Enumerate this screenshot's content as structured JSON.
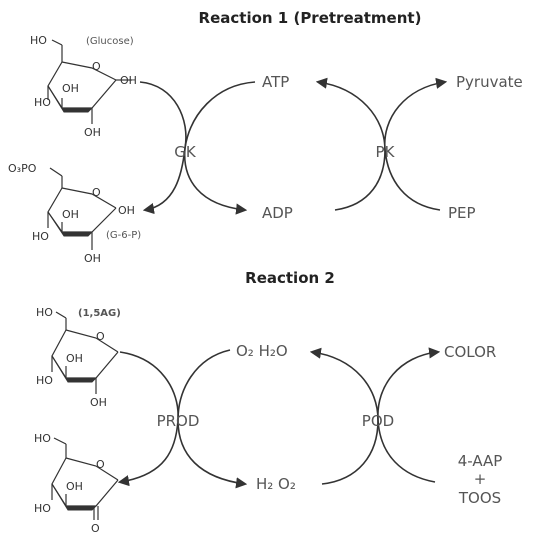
{
  "reaction1": {
    "title": "Reaction 1 (Pretreatment)",
    "enzyme_left": "GK",
    "enzyme_right": "PK",
    "atp": "ATP",
    "adp": "ADP",
    "pyruvate": "Pyruvate",
    "pep": "PEP",
    "glucose": {
      "name": "(Glucose)",
      "ho_top": "HO",
      "oh_left": "HO",
      "oh_mid": "OH",
      "oh_bottom": "OH",
      "oh_anomeric": "OH",
      "o_ring": "O"
    },
    "g6p": {
      "name": "(G-6-P)",
      "o3po": "O₃PO",
      "oh_left": "HO",
      "oh_mid": "OH",
      "oh_bottom": "OH",
      "oh_anomeric": "OH",
      "o_ring": "O"
    }
  },
  "reaction2": {
    "title": "Reaction 2",
    "enzyme_left": "PROD",
    "enzyme_right": "POD",
    "o2h2o": "O₂ H₂O",
    "h2o2": "H₂ O₂",
    "color": "COLOR",
    "aap": "4-AAP",
    "plus": "+",
    "toos": "TOOS",
    "ag": {
      "name": "(1,5AG)",
      "ho_top": "HO",
      "oh_left": "HO",
      "oh_mid": "OH",
      "oh_bottom": "OH",
      "o_ring": "O"
    },
    "product": {
      "ho_top": "HO",
      "oh_left": "HO",
      "oh_mid": "OH",
      "o_ring": "O",
      "ketone_o": "O"
    }
  }
}
